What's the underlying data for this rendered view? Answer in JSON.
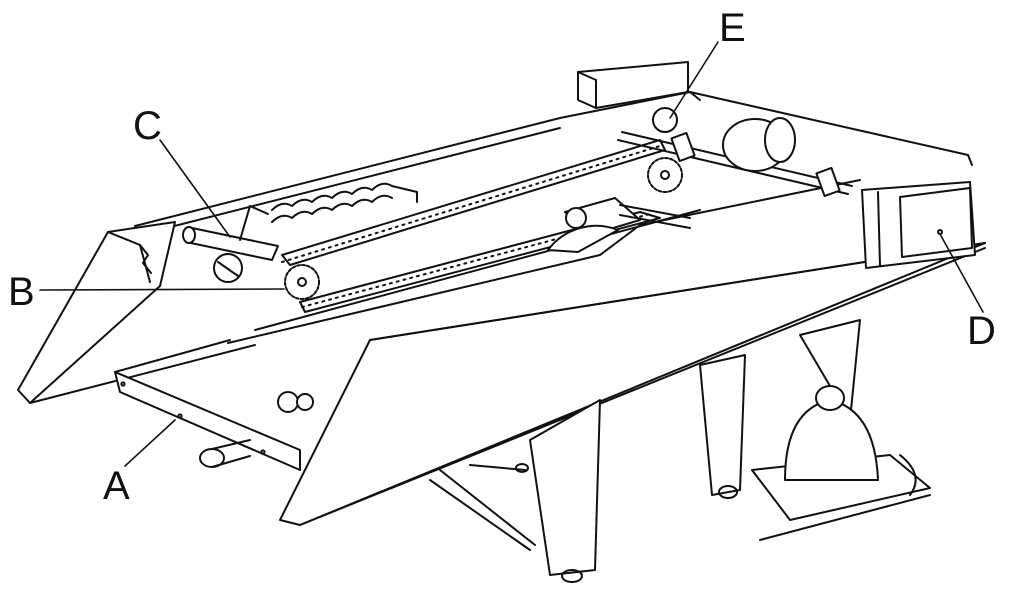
{
  "labels": {
    "a": "A",
    "b": "B",
    "c": "C",
    "d": "D",
    "e": "E"
  },
  "colors": {
    "ink": "#111111",
    "paper": "#ffffff",
    "shade": "#444444"
  }
}
